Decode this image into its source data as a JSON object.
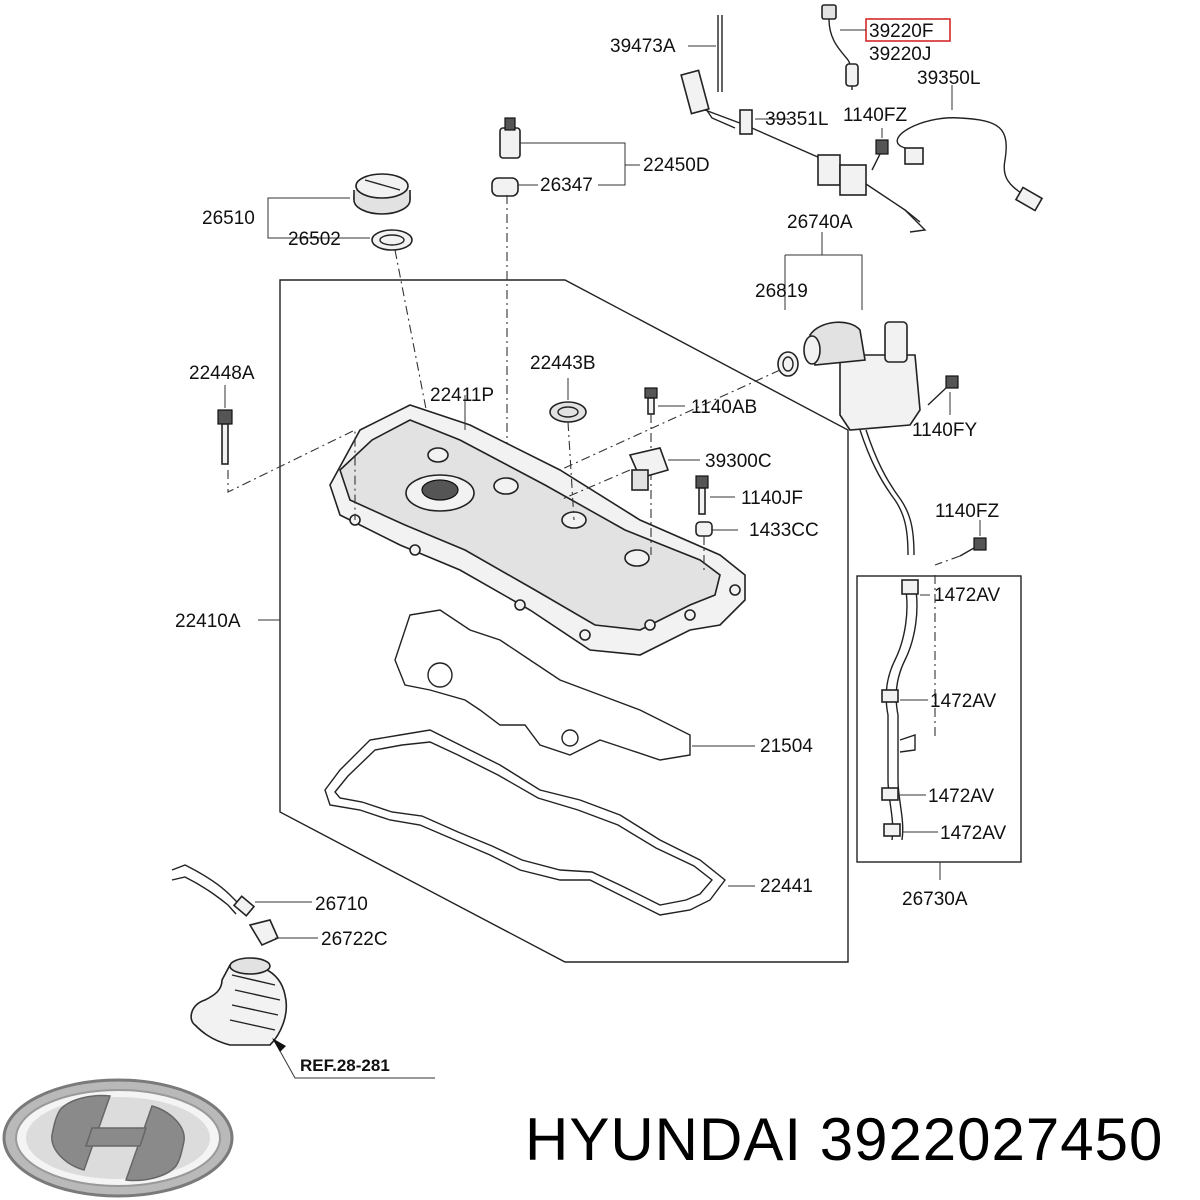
{
  "labels": {
    "p39220F": "39220F",
    "p39220J": "39220J",
    "p39473A": "39473A",
    "p39350L": "39350L",
    "p39351L": "39351L",
    "p1140FZ_top": "1140FZ",
    "p22450D": "22450D",
    "p26347": "26347",
    "p26510": "26510",
    "p26502": "26502",
    "p26740A": "26740A",
    "p26819": "26819",
    "p22448A": "22448A",
    "p22443B": "22443B",
    "p22411P": "22411P",
    "p1140AB": "1140AB",
    "p1140FY": "1140FY",
    "p39300C": "39300C",
    "p1140JF": "1140JF",
    "p1433CC": "1433CC",
    "p1140FZ_mid": "1140FZ",
    "p1472AV_1": "1472AV",
    "p1472AV_2": "1472AV",
    "p1472AV_3": "1472AV",
    "p1472AV_4": "1472AV",
    "p22410A": "22410A",
    "p21504": "21504",
    "p22441": "22441",
    "p26730A": "26730A",
    "p26710": "26710",
    "p26722C": "26722C",
    "ref": "REF.28-281"
  },
  "highlight_color": "#d42a2a",
  "brand": {
    "logo": "hyundai-logo",
    "text": "HYUNDAI 3922027450"
  }
}
